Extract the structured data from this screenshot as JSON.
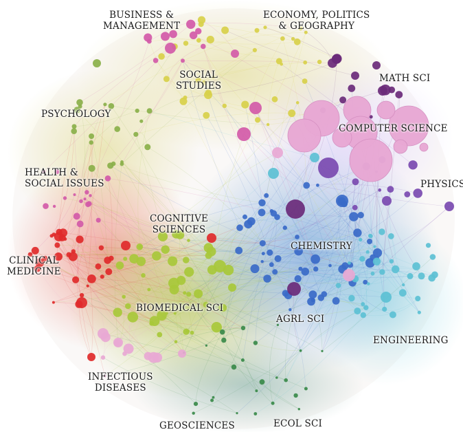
{
  "labels": {
    "business": [
      "BUSINESS &",
      "MANAGEMENT"
    ],
    "economy": [
      "ECONOMY, POLITICS",
      "& GEOGRAPHY"
    ],
    "social_studies": [
      "SOCIAL",
      "STUDIES"
    ],
    "math_sci": "MATH SCI",
    "psychology": "PSYCHOLOGY",
    "computer_science": "COMPUTER SCIENCE",
    "health": [
      "HEALTH &",
      "SOCIAL ISSUES"
    ],
    "physics": "PHYSICS",
    "cognitive": [
      "COGNITIVE",
      "SCIENCES"
    ],
    "chemistry": "CHEMISTRY",
    "clinical": [
      "CLINICAL",
      "MEDICINE"
    ],
    "biomedical": "BIOMEDICAL SCI",
    "agrl": "AGRL SCI",
    "engineering": "ENGINEERING",
    "infectious": [
      "INFECTIOUS",
      "DISEASES"
    ],
    "geosciences": "GEOSCIENCES",
    "ecol": "ECOL SCI"
  },
  "colors": {
    "social": "#d8d04a",
    "business_pink": "#d35aa8",
    "cs_pink": "#e8a8d4",
    "math_purple": "#6a2a7a",
    "physics_purple": "#7a4ab0",
    "chemistry_blue": "#3a6ac8",
    "engineering_cyan": "#5cc0d4",
    "biomed_green": "#a8c83a",
    "clinical_red": "#e02a2a",
    "eco_green": "#3a8a4a",
    "psych_green": "#8ab04a"
  }
}
